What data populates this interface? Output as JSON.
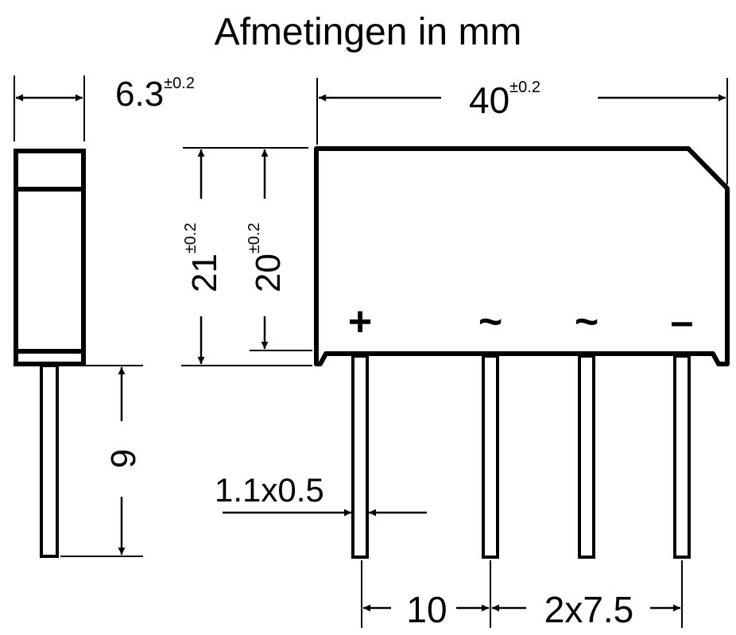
{
  "title": "Afmetingen in mm",
  "dimensions": {
    "side_width": {
      "value": "6.3",
      "tolerance": "±0.2"
    },
    "total_width": {
      "value": "40",
      "tolerance": "±0.2"
    },
    "height_outer": {
      "value": "21",
      "tolerance": "±0.2"
    },
    "height_inner": {
      "value": "20",
      "tolerance": "±0.2"
    },
    "lead_length": {
      "value": "9"
    },
    "lead_section": {
      "value": "1.1x0.5"
    },
    "pitch_first": {
      "value": "10"
    },
    "pitch_others": {
      "value": "2x7.5"
    }
  },
  "pins": {
    "plus": "+",
    "ac1": "~",
    "ac2": "~",
    "minus": "–"
  },
  "colors": {
    "ink": "#000000",
    "paper": "#ffffff"
  }
}
